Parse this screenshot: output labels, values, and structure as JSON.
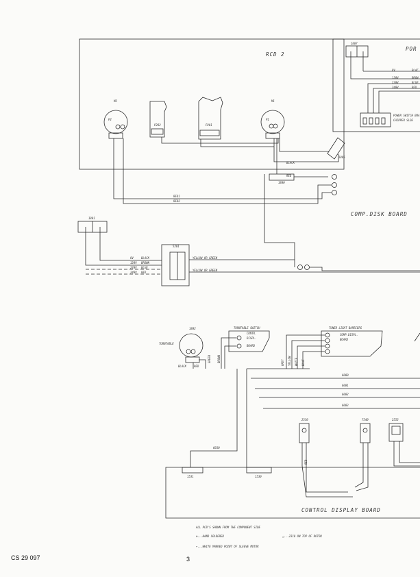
{
  "boards": {
    "rcd2": "RCD 2",
    "power_partial": "POR",
    "comp_disk": "COMP.DISK BOARD",
    "control_display": "CONTROL DISPLAY BOARD"
  },
  "connectors": {
    "c1807": "1807",
    "c1801": "1801",
    "c1800": "1800",
    "c1805": "1805",
    "c1802": "1802",
    "c1531": "1531",
    "c1530": "1530",
    "t2530": "2530",
    "t7540": "7540",
    "t2552": "2552"
  },
  "components": {
    "m1": "M1",
    "m2": "M2",
    "p202": "P202",
    "p201": "P201",
    "p1": "P1",
    "p2": "P2",
    "s201": "5201",
    "turntable": "TURNTABLE",
    "turntable_switch": "TURNTABLE SWITCH",
    "tuner_light_barriers": "TUNER LIGHT BARRIERS",
    "power_switch_line1": "POWER SWITCH BRA",
    "power_switch_line2": "CHIPPER SLDE"
  },
  "voltage_labels_top": [
    "8V",
    "120V",
    "220V",
    "240V"
  ],
  "voltage_colors_top": [
    "BLAC",
    "BROW",
    "BLUE",
    "RED"
  ],
  "voltage_labels_left": [
    "8V",
    "120V",
    "220V",
    "240V"
  ],
  "voltage_colors_left": [
    "BLACK",
    "BROWN",
    "BLUE",
    "RED"
  ],
  "wires": {
    "black": "BLACK",
    "red": "RED",
    "red1": "RED1",
    "red2": "RED2",
    "yellow_green_1": "YELLOW OR GREEN",
    "yellow_green_2": "YELLOW OR GREEN",
    "black_lower": "BLACK",
    "red_lower": "RED",
    "green": "GREEN",
    "brown": "BROWN",
    "grey": "GREY",
    "yellow": "YELLOW",
    "white": "WHITE",
    "blue": "BLUE",
    "w6000": "6000",
    "w6001": "6001",
    "w6002": "6002",
    "w6003": "6003",
    "w6010": "6010",
    "red_vert": "RED"
  },
  "switch_terms": [
    "CONTR.",
    "DISPL.",
    "BOARD"
  ],
  "barrier_terms": [
    "COMP.DISPL.",
    "BOARD"
  ],
  "notes": [
    "ALL PCB'S SHOWN FROM THE COMPONENT SIDE",
    "⊕...HAND SOLDERED",
    "△...2318 ON TOP OF ROTOR",
    "←...WHITE MARKED POINT OF SLEEVE MOTOR"
  ],
  "footer": {
    "doc_id": "CS 29 097",
    "page_number": "3"
  }
}
